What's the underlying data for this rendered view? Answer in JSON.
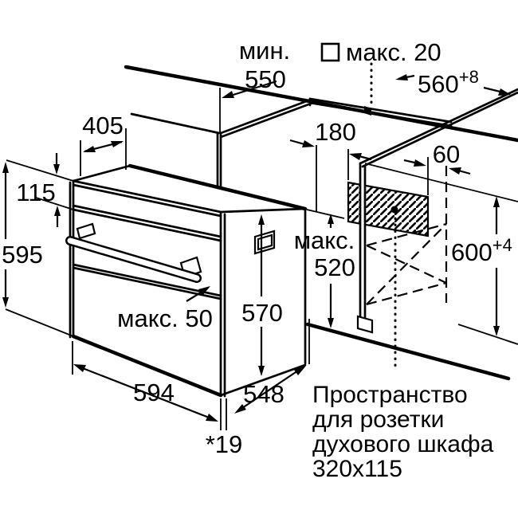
{
  "colors": {
    "line": "#000000",
    "background": "#ffffff",
    "hatch": "#000000"
  },
  "dimensions": {
    "min_550": {
      "prefix": "мин.",
      "value": "550"
    },
    "max_20": {
      "label": "макс. 20"
    },
    "width_560": {
      "value": "560",
      "tolerance": "+8"
    },
    "depth_405": {
      "value": "405"
    },
    "panel_115": {
      "value": "115"
    },
    "height_595": {
      "value": "595"
    },
    "gap_180": {
      "value": "180"
    },
    "offset_60": {
      "value": "60"
    },
    "niche_600": {
      "value": "600",
      "tolerance": "+4"
    },
    "max_520": {
      "prefix": "макс.",
      "value": "520"
    },
    "depth_570": {
      "value": "570"
    },
    "max_50": {
      "label": "макс. 50"
    },
    "width_594": {
      "value": "594"
    },
    "depth_548": {
      "value": "548"
    },
    "door_offset": {
      "value": "*19"
    }
  },
  "socket_note": {
    "line1": "Пространство",
    "line2": "для розетки",
    "line3": "духового шкафа",
    "line4": "320x115"
  }
}
